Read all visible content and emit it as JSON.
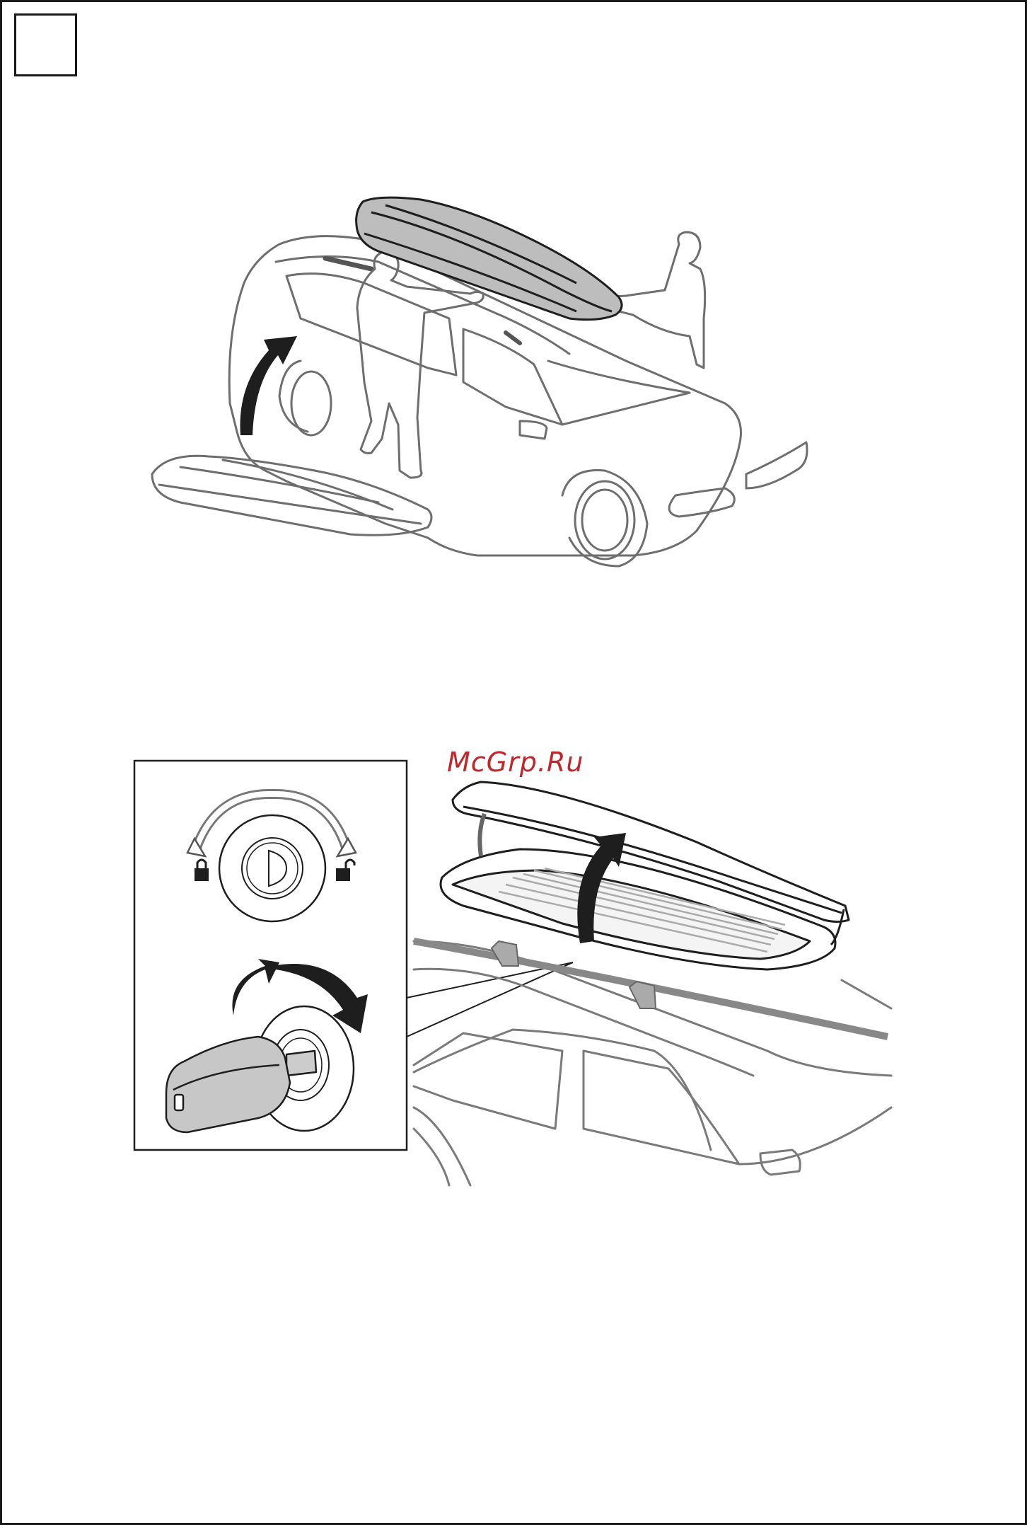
{
  "page": {
    "step_number": "",
    "watermark": "McGrp.Ru"
  },
  "colors": {
    "line": "#6e6e6e",
    "dark": "#1e1e1e",
    "box_fill": "#bdbdbd",
    "watermark": "#c0272d"
  },
  "figures": [
    {
      "name": "mounting-roof-box-illustration"
    },
    {
      "name": "opening-roof-box-with-key-illustration"
    }
  ],
  "icons": [
    "arrow-up-icon",
    "lock-closed-icon",
    "lock-open-icon",
    "rotate-arrow-icon",
    "key-icon"
  ]
}
